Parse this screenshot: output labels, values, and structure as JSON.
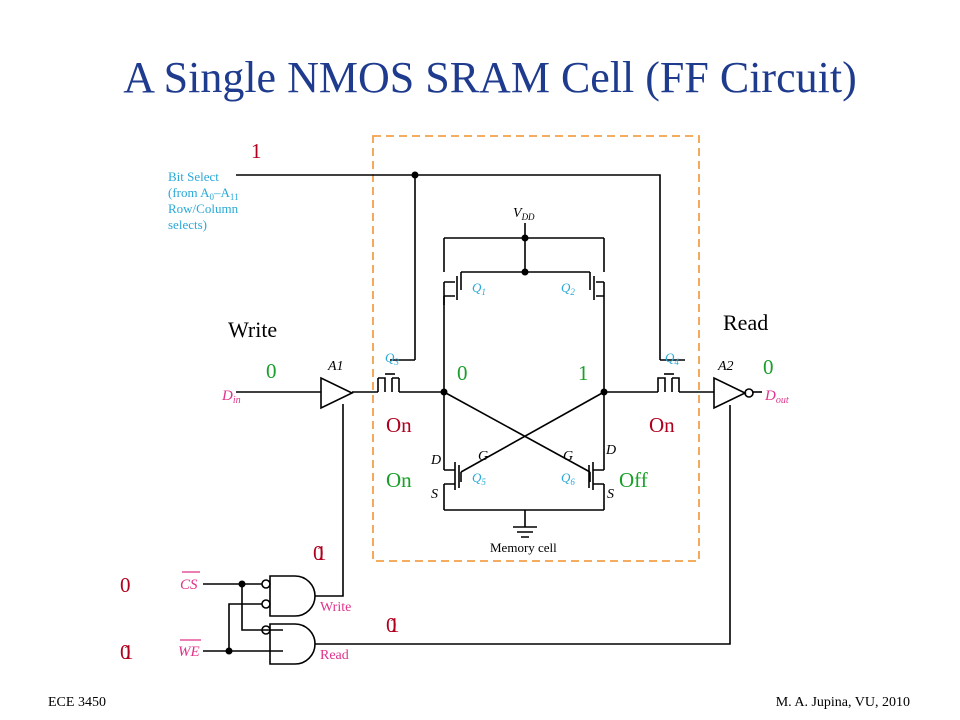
{
  "title": "A Single NMOS SRAM Cell (FF Circuit)",
  "footer": {
    "left": "ECE 3450",
    "right": "M. A. Jupina, VU, 2010"
  },
  "bit_select": {
    "line1": "Bit Select",
    "line2": "(from A",
    "sub0": "0",
    "dash": "–A",
    "sub11": "11",
    "line3": "Row/Column",
    "line4": "selects)"
  },
  "labels": {
    "vdd_main": "V",
    "vdd_sub": "DD",
    "q1_main": "Q",
    "q1_sub": "1",
    "q2_main": "Q",
    "q2_sub": "2",
    "q3_main": "Q",
    "q3_sub": "3",
    "q4_main": "Q",
    "q4_sub": "4",
    "q5_main": "Q",
    "q5_sub": "5",
    "q6_main": "Q",
    "q6_sub": "6",
    "a1": "A1",
    "a2": "A2",
    "din_main": "D",
    "din_sub": "in",
    "dout_main": "D",
    "dout_sub": "out",
    "d_left": "D",
    "g_left": "G",
    "s_left": "S",
    "d_right": "D",
    "g_right": "G",
    "s_right": "S",
    "memory_cell": "Memory cell",
    "cs": "CS",
    "we": "WE",
    "write_gate": "Write",
    "read_gate": "Read",
    "write_heading": "Write",
    "read_heading": "Read"
  },
  "annotations": {
    "bit_select_value": "1",
    "din_value": "0",
    "node_left_value": "0",
    "node_right_value": "1",
    "dout_value": "0",
    "q3_state": "On",
    "q4_state": "On",
    "q5_state": "On",
    "q6_state": "Off",
    "cs_value": "0",
    "we_value": "0",
    "we_value_overlay": "1",
    "write_out_value": "0",
    "write_out_overlay": "1",
    "read_out_value": "0",
    "read_out_overlay": "1"
  },
  "colors": {
    "title": "#1f3b8e",
    "annotation_red": "#b0001e",
    "annotation_green": "#1aa02a",
    "label_blue": "#2aa9d8",
    "label_pink": "#e0338a",
    "dashed_box": "#f3a04a"
  }
}
